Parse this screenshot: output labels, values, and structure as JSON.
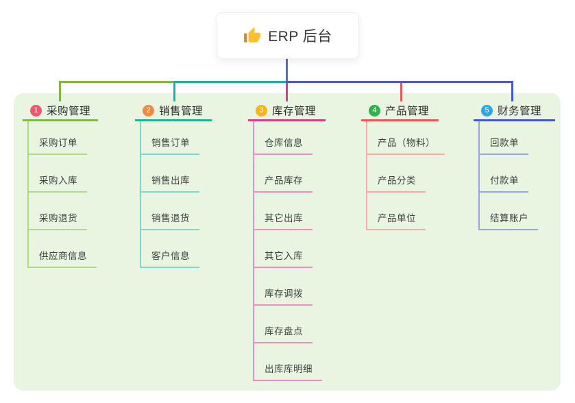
{
  "root_node": {
    "title": "ERP 后台",
    "icon": "thumbs-up-icon"
  },
  "branches": [
    {
      "badge": "1",
      "label": "采购管理",
      "badge_color": "#f0566e",
      "line_color": "#7cb93f",
      "child_line_color": "#b0d88c",
      "children": [
        "采购订单",
        "采购入库",
        "采购退货",
        "供应商信息"
      ]
    },
    {
      "badge": "2",
      "label": "销售管理",
      "badge_color": "#f28a44",
      "line_color": "#17b2a8",
      "child_line_color": "#82d5cd",
      "children": [
        "销售订单",
        "销售出库",
        "销售退货",
        "客户信息"
      ]
    },
    {
      "badge": "3",
      "label": "库存管理",
      "badge_color": "#fbb41c",
      "line_color": "#d83b97",
      "child_line_color": "#f08ac5",
      "children": [
        "仓库信息",
        "产品库存",
        "其它出库",
        "其它入库",
        "库存调拨",
        "库存盘点",
        "出库库明细"
      ]
    },
    {
      "badge": "4",
      "label": "产品管理",
      "badge_color": "#2fb44c",
      "line_color": "#f4574f",
      "child_line_color": "#f9a9a2",
      "children": [
        "产品（物料）",
        "产品分类",
        "产品单位"
      ]
    },
    {
      "badge": "5",
      "label": "财务管理",
      "badge_color": "#2fa7e6",
      "line_color": "#4159d3",
      "child_line_color": "#96a6e4",
      "children": [
        "回款单",
        "付款单",
        "结算账户"
      ]
    }
  ],
  "connector": {
    "root_line_color": "#5b68ca"
  },
  "canvas": {
    "background": "#ffffff",
    "panel_background": "#e7f5e1"
  }
}
